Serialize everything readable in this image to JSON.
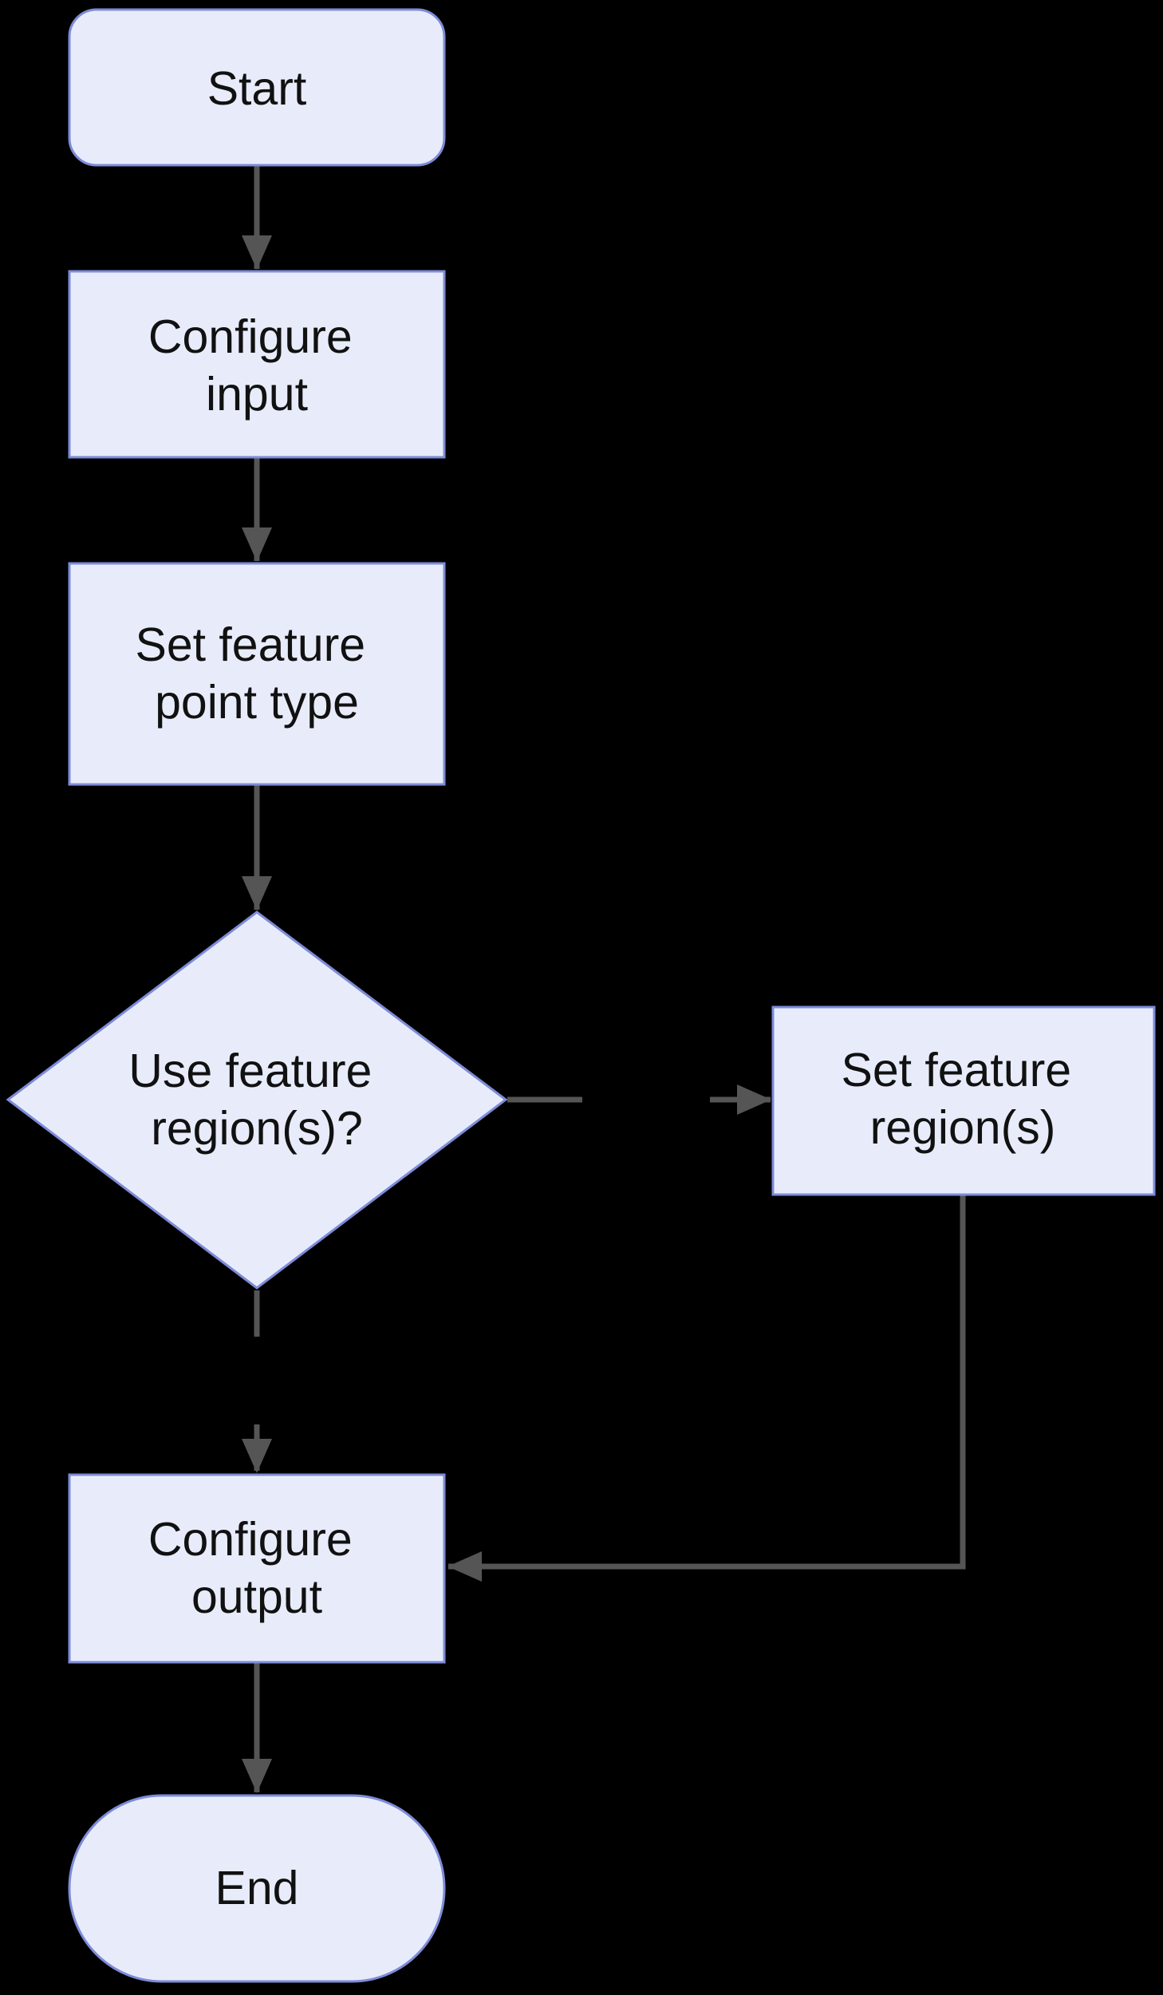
{
  "theme": {
    "background": "#000000",
    "node_fill": "#E8ECFA",
    "node_stroke": "#7D8BD8",
    "arrow_color": "#555555",
    "text_color": "#111111"
  },
  "diagram": {
    "type": "flowchart",
    "nodes": {
      "start": {
        "shape": "terminator",
        "label": "Start"
      },
      "configure_input": {
        "shape": "process",
        "lines": [
          "Configure",
          "input"
        ]
      },
      "set_feature_point_type": {
        "shape": "process",
        "lines": [
          "Set feature",
          "point type"
        ]
      },
      "use_feature_regions": {
        "shape": "decision",
        "lines": [
          "Use feature",
          "region(s)?"
        ]
      },
      "set_feature_regions": {
        "shape": "process",
        "lines": [
          "Set feature",
          "region(s)"
        ]
      },
      "configure_output": {
        "shape": "process",
        "lines": [
          "Configure",
          "output"
        ]
      },
      "end": {
        "shape": "terminator",
        "label": "End"
      }
    },
    "edges": [
      {
        "from": "start",
        "to": "configure_input",
        "style": "solid"
      },
      {
        "from": "configure_input",
        "to": "set_feature_point_type",
        "style": "solid"
      },
      {
        "from": "set_feature_point_type",
        "to": "use_feature_regions",
        "style": "solid"
      },
      {
        "from": "use_feature_regions",
        "to": "set_feature_regions",
        "style": "dashed"
      },
      {
        "from": "use_feature_regions",
        "to": "configure_output",
        "style": "dashed"
      },
      {
        "from": "set_feature_regions",
        "to": "configure_output",
        "style": "solid"
      },
      {
        "from": "configure_output",
        "to": "end",
        "style": "solid"
      }
    ]
  }
}
